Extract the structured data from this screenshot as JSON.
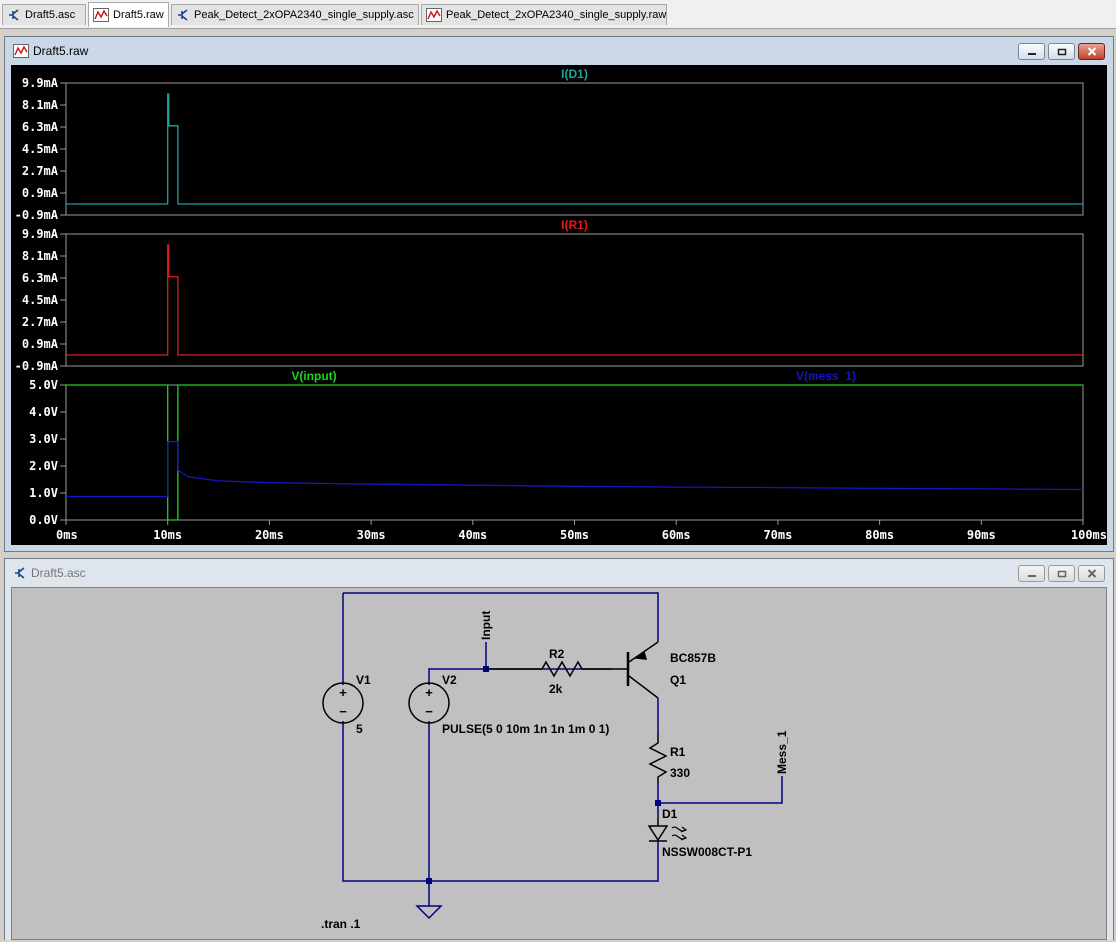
{
  "tabs": [
    {
      "label": "Draft5.asc",
      "kind": "schematic-icon",
      "active": false
    },
    {
      "label": "Draft5.raw",
      "kind": "waveform-icon",
      "active": true
    },
    {
      "label": "Peak_Detect_2xOPA2340_single_supply.asc",
      "kind": "schematic-icon",
      "active": false
    },
    {
      "label": "Peak_Detect_2xOPA2340_single_supply.raw",
      "kind": "waveform-icon",
      "active": false
    }
  ],
  "waveform_window": {
    "title": "Draft5.raw"
  },
  "schematic_window": {
    "title": "Draft5.asc"
  },
  "colors": {
    "d1": "#1ba3a3",
    "r1": "#e01a1a",
    "input": "#1ed21e",
    "mess": "#1515c8",
    "wire": "#000080",
    "grid": "#9a9a9a",
    "axis_text": "#ffffff"
  },
  "chart_data": [
    {
      "type": "line",
      "title": "I(D1)",
      "y_ticks": [
        "9.9mA",
        "8.1mA",
        "6.3mA",
        "4.5mA",
        "2.7mA",
        "0.9mA",
        "-0.9mA"
      ],
      "ylim": [
        -0.9,
        9.9
      ],
      "xlim": [
        0,
        100
      ],
      "grid": false,
      "series": [
        {
          "name": "I(D1)",
          "x": [
            0,
            10,
            10,
            10.1,
            10.1,
            11,
            11,
            100
          ],
          "y": [
            0,
            0,
            9.0,
            9.0,
            6.4,
            6.4,
            0,
            0
          ]
        }
      ]
    },
    {
      "type": "line",
      "title": "I(R1)",
      "y_ticks": [
        "9.9mA",
        "8.1mA",
        "6.3mA",
        "4.5mA",
        "2.7mA",
        "0.9mA",
        "-0.9mA"
      ],
      "ylim": [
        -0.9,
        9.9
      ],
      "xlim": [
        0,
        100
      ],
      "grid": false,
      "series": [
        {
          "name": "I(R1)",
          "x": [
            0,
            10,
            10,
            10.1,
            10.1,
            11,
            11,
            100
          ],
          "y": [
            0,
            0,
            9.0,
            9.0,
            6.4,
            6.4,
            0,
            0
          ]
        }
      ]
    },
    {
      "type": "line",
      "title": "",
      "legend": [
        "V(input)",
        "V(mess_1)"
      ],
      "y_ticks": [
        "5.0V",
        "4.0V",
        "3.0V",
        "2.0V",
        "1.0V",
        "0.0V"
      ],
      "ylim": [
        0,
        5
      ],
      "xlim": [
        0,
        100
      ],
      "x_ticks": [
        "0ms",
        "10ms",
        "20ms",
        "30ms",
        "40ms",
        "50ms",
        "60ms",
        "70ms",
        "80ms",
        "90ms",
        "100ms"
      ],
      "grid": false,
      "series": [
        {
          "name": "V(input)",
          "x": [
            0,
            10,
            10,
            11,
            11,
            100
          ],
          "y": [
            5,
            5,
            0,
            0,
            5,
            5
          ]
        },
        {
          "name": "V(mess_1)",
          "x": [
            0,
            10,
            10,
            11,
            11,
            12,
            15,
            20,
            30,
            40,
            50,
            60,
            70,
            80,
            90,
            100
          ],
          "y": [
            0.87,
            0.87,
            2.9,
            2.9,
            1.85,
            1.6,
            1.45,
            1.38,
            1.33,
            1.29,
            1.25,
            1.22,
            1.2,
            1.17,
            1.15,
            1.13
          ]
        }
      ]
    }
  ],
  "schematic": {
    "v1_name": "V1",
    "v1_value": "5",
    "v2_name": "V2",
    "v2_value": "PULSE(5 0 10m 1n 1n 1m 0 1)",
    "input_label": "Input",
    "r2_name": "R2",
    "r2_value": "2k",
    "q1_model": "BC857B",
    "q1_name": "Q1",
    "r1_name": "R1",
    "r1_value": "330",
    "mess_label": "Mess_1",
    "d1_name": "D1",
    "d1_model": "NSSW008CT-P1",
    "directive": ".tran .1",
    "plus_sign": "+",
    "minus_sign": "−"
  }
}
